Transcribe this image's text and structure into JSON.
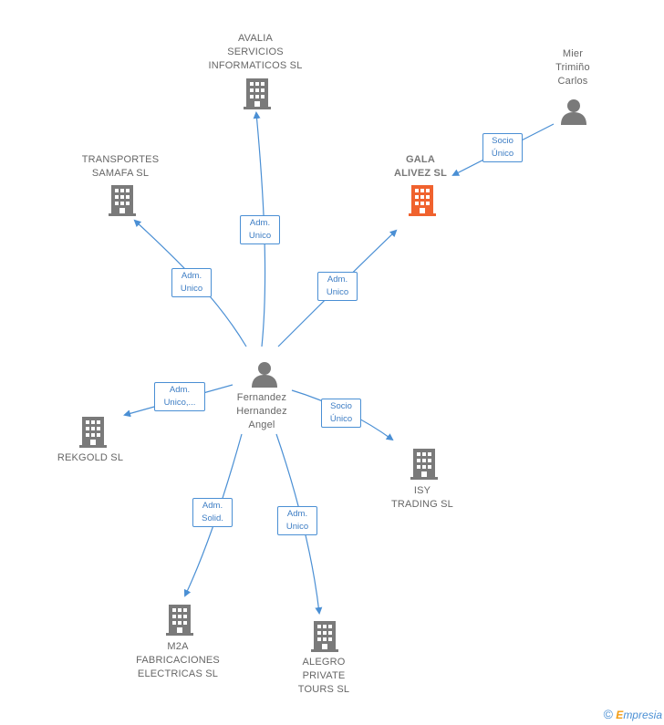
{
  "nodes": {
    "avalia": {
      "type": "company",
      "lines": [
        "AVALIA",
        "SERVICIOS",
        "INFORMATICOS SL"
      ]
    },
    "mier": {
      "type": "person",
      "lines": [
        "Mier",
        "Trimiño",
        "Carlos"
      ]
    },
    "transportes": {
      "type": "company",
      "lines": [
        "TRANSPORTES",
        "SAMAFA SL"
      ]
    },
    "gala": {
      "type": "company-main",
      "lines": [
        "GALA",
        "ALIVEZ SL"
      ]
    },
    "fernandez": {
      "type": "person",
      "lines": [
        "Fernandez",
        "Hernandez",
        "Angel"
      ]
    },
    "rekgold": {
      "type": "company",
      "lines": [
        "REKGOLD SL"
      ]
    },
    "isy": {
      "type": "company",
      "lines": [
        "ISY",
        "TRADING SL"
      ]
    },
    "m2a": {
      "type": "company",
      "lines": [
        "M2A",
        "FABRICACIONES",
        "ELECTRICAS SL"
      ]
    },
    "alegro": {
      "type": "company",
      "lines": [
        "ALEGRO",
        "PRIVATE",
        "TOURS SL"
      ]
    }
  },
  "relations": [
    {
      "id": "fernandez-avalia",
      "lines": [
        "Adm.",
        "Unico"
      ]
    },
    {
      "id": "fernandez-transportes",
      "lines": [
        "Adm.",
        "Unico"
      ]
    },
    {
      "id": "fernandez-gala",
      "lines": [
        "Adm.",
        "Unico"
      ]
    },
    {
      "id": "mier-gala",
      "lines": [
        "Socio",
        "Único"
      ]
    },
    {
      "id": "fernandez-rekgold",
      "lines": [
        "Adm.",
        "Unico,..."
      ]
    },
    {
      "id": "fernandez-isy",
      "lines": [
        "Socio",
        "Único"
      ]
    },
    {
      "id": "fernandez-m2a",
      "lines": [
        "Adm.",
        "Solid."
      ]
    },
    {
      "id": "fernandez-alegro",
      "lines": [
        "Adm.",
        "Unico"
      ]
    }
  ],
  "colors": {
    "company": "#7a7a7a",
    "company_main": "#f0622e",
    "person": "#7a7a7a",
    "edge": "#4a8fd4",
    "label_text": "#666666"
  },
  "icons": {
    "company": "building-icon",
    "person": "person-icon"
  },
  "footer": {
    "copyright": "©",
    "brand_initial": "E",
    "brand_rest": "mpresia"
  }
}
